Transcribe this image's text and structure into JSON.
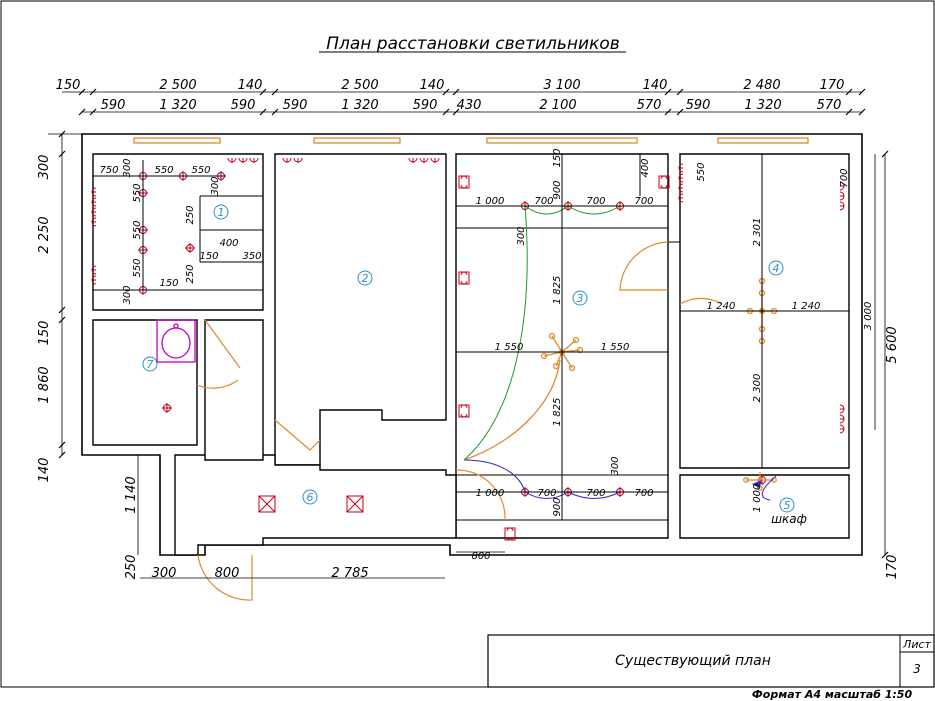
{
  "drawing": {
    "title": "План расстановки светильников",
    "stamp_title": "Существующий план",
    "sheet_label": "Лист",
    "sheet_number": "3",
    "footer": "Формат А4 масштаб 1:50"
  },
  "dimensions": {
    "top_outer": [
      "150",
      "2 500",
      "140",
      "2 500",
      "140",
      "3 100",
      "140",
      "2 480",
      "170"
    ],
    "top_inner": [
      "590",
      "1 320",
      "590",
      "590",
      "1 320",
      "590",
      "430",
      "2 100",
      "570",
      "590",
      "1 320",
      "570"
    ],
    "left": [
      "300",
      "2 250",
      "150",
      "1 860",
      "140"
    ],
    "bottom": [
      "250",
      "1 140",
      "300",
      "800",
      "2 785",
      "800"
    ],
    "right": [
      "5 600",
      "3 000",
      "170"
    ],
    "room1": [
      "750",
      "550",
      "550",
      "300",
      "300",
      "550",
      "550",
      "550",
      "300",
      "250",
      "400",
      "150",
      "350",
      "250",
      "150"
    ],
    "room3": [
      "150",
      "400",
      "900",
      "1 000",
      "700",
      "700",
      "700",
      "300",
      "1 825",
      "1 550",
      "1 550",
      "1 825",
      "300",
      "1 000",
      "700",
      "700",
      "700",
      "900"
    ],
    "room4": [
      "550",
      "700",
      "2 301",
      "1 240",
      "1 240",
      "2 300",
      "1 000"
    ]
  },
  "rooms": [
    "1",
    "2",
    "3",
    "4",
    "5",
    "6",
    "7"
  ],
  "labels": {
    "wardrobe": "шкаф"
  },
  "icons": {
    "ceiling_lamp": "ceiling-lamp-icon",
    "wall_lamp": "wall-sconce-icon",
    "socket": "socket-icon",
    "chandelier": "chandelier-icon",
    "sink": "sink-icon",
    "ventilation": "ventilation-icon"
  },
  "colors": {
    "wall": "#000000",
    "window": "#e08a2c",
    "lamp": "#c0001a",
    "room_number": "#2a8fd0",
    "wire_green": "#1d9a2a",
    "wire_blue": "#2a2acc",
    "sink": "#c400c4"
  }
}
